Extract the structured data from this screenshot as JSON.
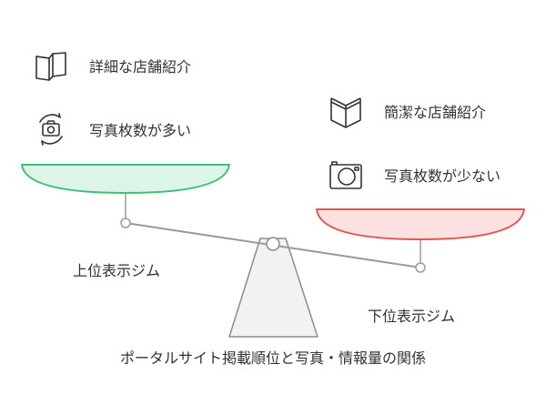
{
  "caption": "ポータルサイト掲載順位と写真・情報量の関係",
  "upper": {
    "label": "上位表示ジム",
    "items": [
      {
        "icon": "open-book-icon",
        "text": "詳細な店舗紹介"
      },
      {
        "icon": "rotate-camera-icon",
        "text": "写真枚数が多い"
      }
    ]
  },
  "lower": {
    "label": "下位表示ジム",
    "items": [
      {
        "icon": "closed-book-icon",
        "text": "簡潔な店舗紹介"
      },
      {
        "icon": "camera-icon",
        "text": "写真枚数が少ない"
      }
    ]
  },
  "colors": {
    "left_pan_fill": "#dcf5e6",
    "left_pan_stroke": "#3fbf7a",
    "right_pan_fill": "#fde0e0",
    "right_pan_stroke": "#e05555",
    "beam": "#9a9a9a",
    "fulcrum_fill": "#f2f2f2",
    "fulcrum_stroke": "#8c8c8c"
  }
}
